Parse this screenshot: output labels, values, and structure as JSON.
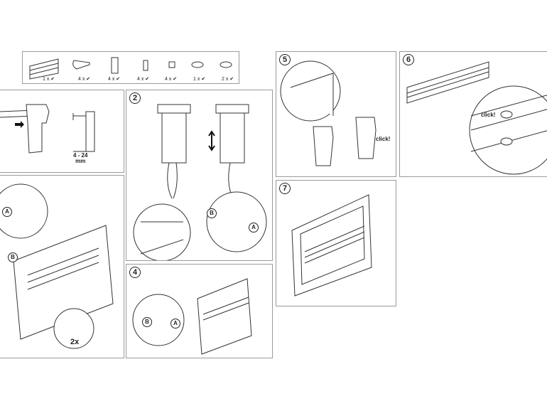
{
  "parts": [
    {
      "icon": "rail-icon",
      "qty": "1 x",
      "check": "✔"
    },
    {
      "icon": "screw-bracket-icon",
      "qty": "4 x",
      "check": "✔"
    },
    {
      "icon": "clamp-bracket-icon",
      "qty": "4 x",
      "check": "✔"
    },
    {
      "icon": "spacer-icon",
      "qty": "4 x",
      "check": "✔"
    },
    {
      "icon": "clip-icon",
      "qty": "4 x",
      "check": "✔"
    },
    {
      "icon": "handle-icon",
      "qty": "1 x",
      "check": "✔"
    },
    {
      "icon": "handle-icon",
      "qty": "2 x",
      "check": "✔"
    }
  ],
  "steps": {
    "s1": {
      "measure": "4 - 24",
      "unit": "mm"
    },
    "s2": {
      "number": "2",
      "label_b": "B",
      "label_a": "A"
    },
    "s3": {
      "label_a": "A",
      "label_b": "B",
      "count": "2x"
    },
    "s4": {
      "number": "4",
      "label_b": "B",
      "label_a": "A"
    },
    "s5": {
      "number": "5",
      "click": "click!"
    },
    "s6": {
      "number": "6",
      "click": "click!"
    },
    "s7": {
      "number": "7"
    }
  }
}
